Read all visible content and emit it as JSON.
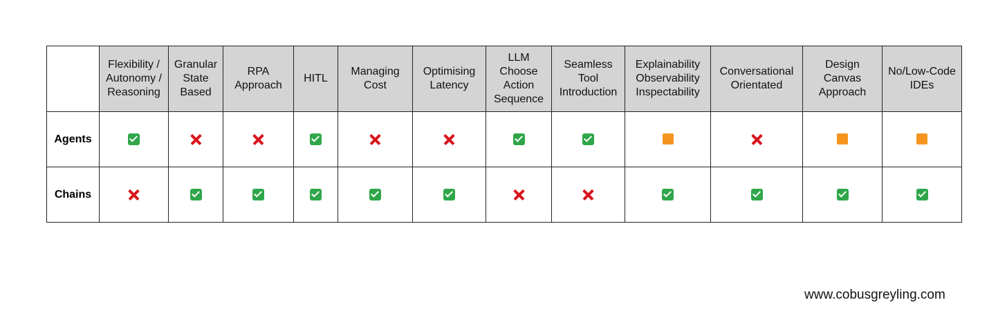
{
  "columns": [
    "Flexibility /\nAutonomy /\nReasoning",
    "Granular\nState\nBased",
    "RPA\nApproach",
    "HITL",
    "Managing\nCost",
    "Optimising\nLatency",
    "LLM\nChoose\nAction\nSequence",
    "Seamless\nTool\nIntroduction",
    "Explainability\nObservability\nInspectability",
    "Conversational\nOrientated",
    "Design\nCanvas\nApproach",
    "No/Low-Code\nIDEs"
  ],
  "rows": [
    {
      "label": "Agents",
      "values": [
        "yes",
        "no",
        "no",
        "yes",
        "no",
        "no",
        "yes",
        "yes",
        "partial",
        "no",
        "partial",
        "partial"
      ]
    },
    {
      "label": "Chains",
      "values": [
        "no",
        "yes",
        "yes",
        "yes",
        "yes",
        "yes",
        "no",
        "no",
        "yes",
        "yes",
        "yes",
        "yes"
      ]
    }
  ],
  "icons": {
    "yes": "check-mark-icon",
    "no": "cross-mark-icon",
    "partial": "orange-square-icon"
  },
  "colors": {
    "header_background": "#d4d4d4",
    "check": "#2fa64a",
    "cross": "#d9141b",
    "partial": "#f5951f"
  },
  "watermark": "www.cobusgreyling.com"
}
